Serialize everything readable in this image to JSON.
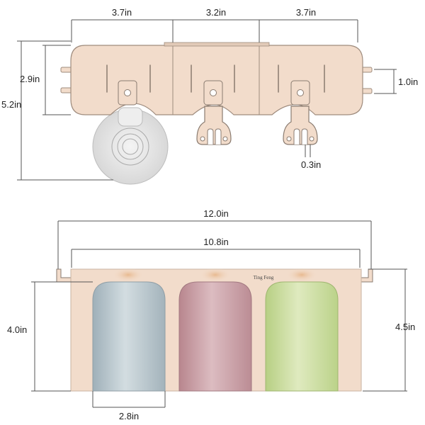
{
  "top_view": {
    "width_left": "3.7in",
    "width_middle": "3.2in",
    "width_right": "3.7in",
    "height_body": "2.9in",
    "height_total": "5.2in",
    "hook_spacing": "1.0in",
    "fork_gap": "0.3in"
  },
  "front_view": {
    "width_total": "12.0in",
    "width_inner": "10.8in",
    "height_left": "4.0in",
    "height_right": "4.5in",
    "canister_width": "2.8in",
    "brand": "Ting Feng"
  },
  "colors": {
    "tray": "#f2dccb",
    "tray_stroke": "#b8a596",
    "canister_grey": "#b4c1c8",
    "canister_pink": "#c99fa6",
    "canister_green": "#c9dc9e",
    "suction_cup": "#e6e6e6"
  }
}
